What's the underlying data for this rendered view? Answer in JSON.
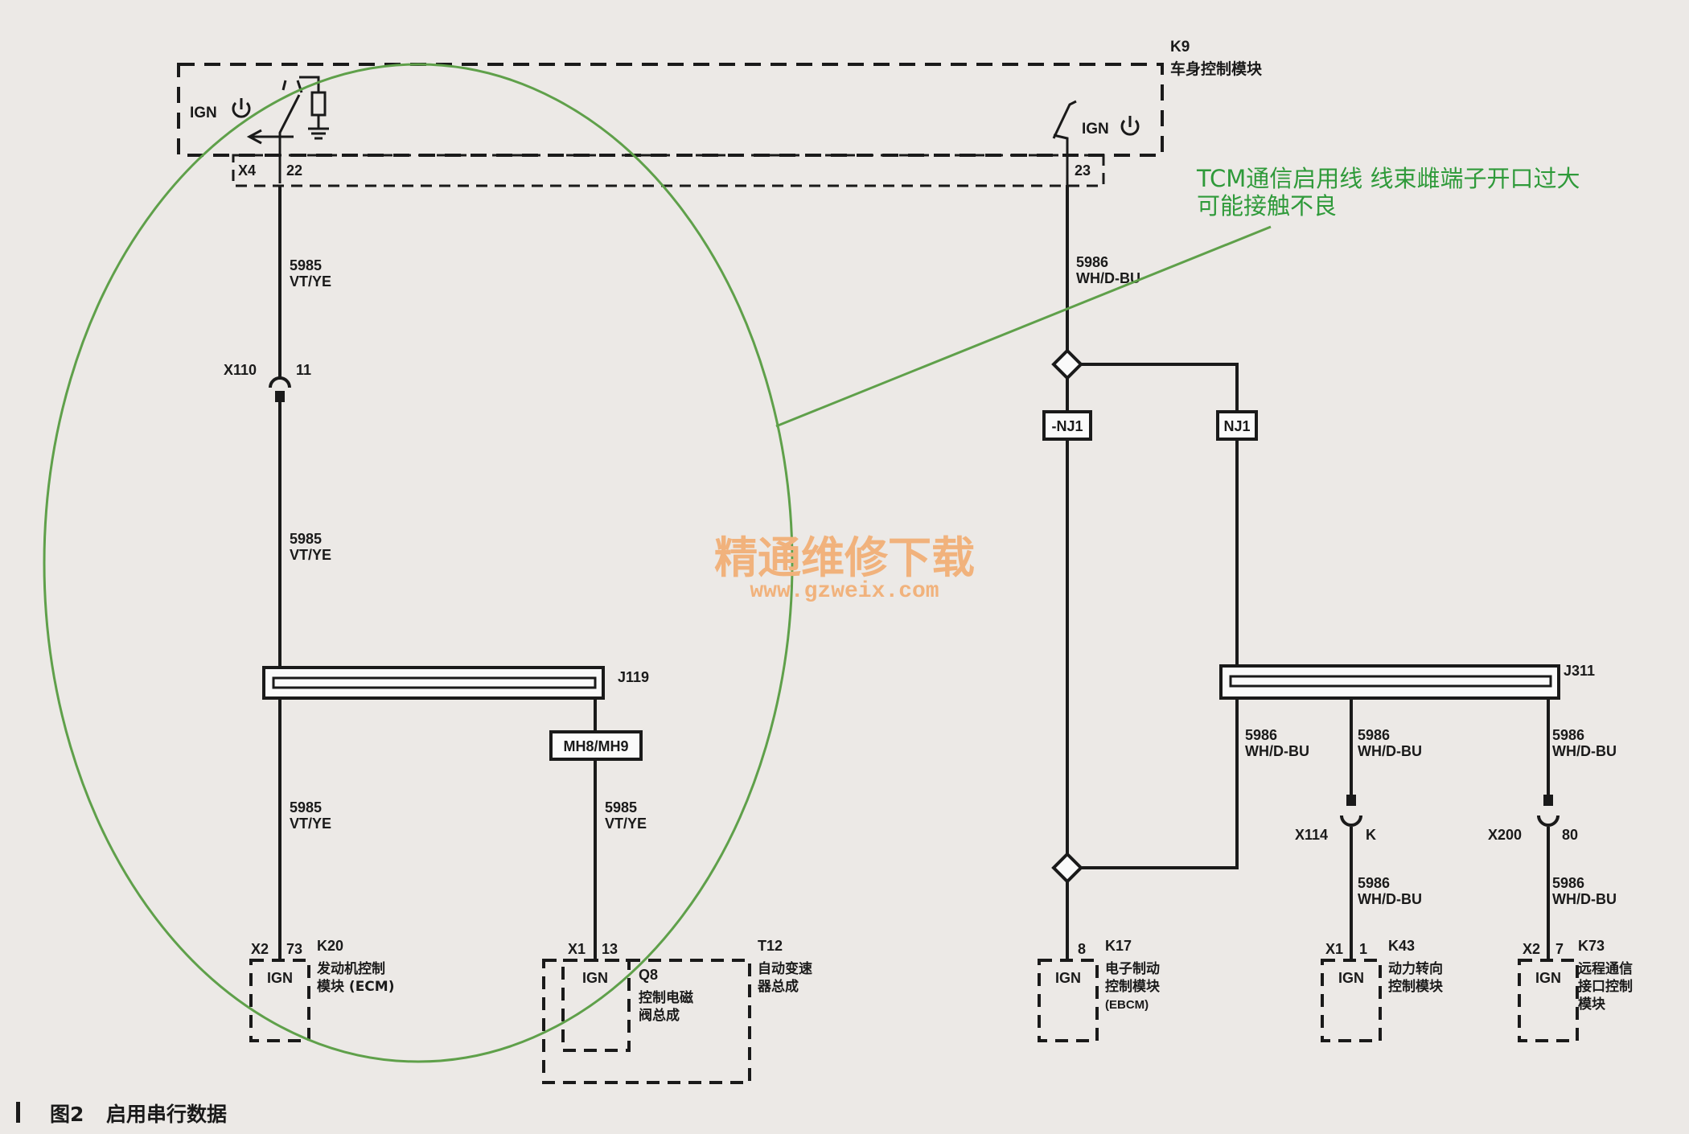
{
  "modules": {
    "k9": {
      "id": "K9",
      "name": "车身控制模块",
      "ign_left": "IGN",
      "ign_right": "IGN",
      "pin22": "22",
      "pin23": "23",
      "conn": "X4"
    },
    "k20": {
      "id": "K20",
      "conn": "X2",
      "pin": "73",
      "ign": "IGN",
      "name1": "发动机控制",
      "name2": "模块 (ECM)"
    },
    "t12": {
      "id": "T12",
      "conn": "X1",
      "pin": "13",
      "ign": "IGN",
      "name1": "自动变速",
      "name2": "器总成",
      "sub_id": "Q8",
      "sub1": "控制电磁",
      "sub2": "阀总成"
    },
    "k17": {
      "id": "K17",
      "pin": "8",
      "ign": "IGN",
      "name1": "电子制动",
      "name2": "控制模块",
      "name3": "(EBCM)"
    },
    "k43": {
      "id": "K43",
      "conn": "X1",
      "pin": "1",
      "ign": "IGN",
      "name1": "动力转向",
      "name2": "控制模块"
    },
    "k73": {
      "id": "K73",
      "conn": "X2",
      "pin": "7",
      "ign": "IGN",
      "name1": "远程通信",
      "name2": "接口控制",
      "name3": "模块"
    }
  },
  "wires": {
    "vt_circuit": "5985",
    "vt_color": "VT/YE",
    "wh_circuit": "5986",
    "wh_color": "WH/D-BU"
  },
  "connectors": {
    "x110": "X110",
    "x110_pin": "11",
    "x114": "X114",
    "x114_pin": "K",
    "x200": "X200",
    "x200_pin": "80",
    "j119": "J119",
    "j311": "J311",
    "mh": "MH8/MH9",
    "nj1a": "-NJ1",
    "nj1b": "NJ1"
  },
  "annotation": {
    "line1": "TCM通信启用线  线束雌端子开口过大",
    "line2": "可能接触不良"
  },
  "watermark": {
    "text": "精通维修下载",
    "url": "www.gzweix.com"
  },
  "caption": {
    "fig": "图2",
    "title": "启用串行数据"
  },
  "colors": {
    "annotation": "#2f9a3a",
    "watermark": "#f1b27c",
    "wire": "#1a1a1a"
  }
}
